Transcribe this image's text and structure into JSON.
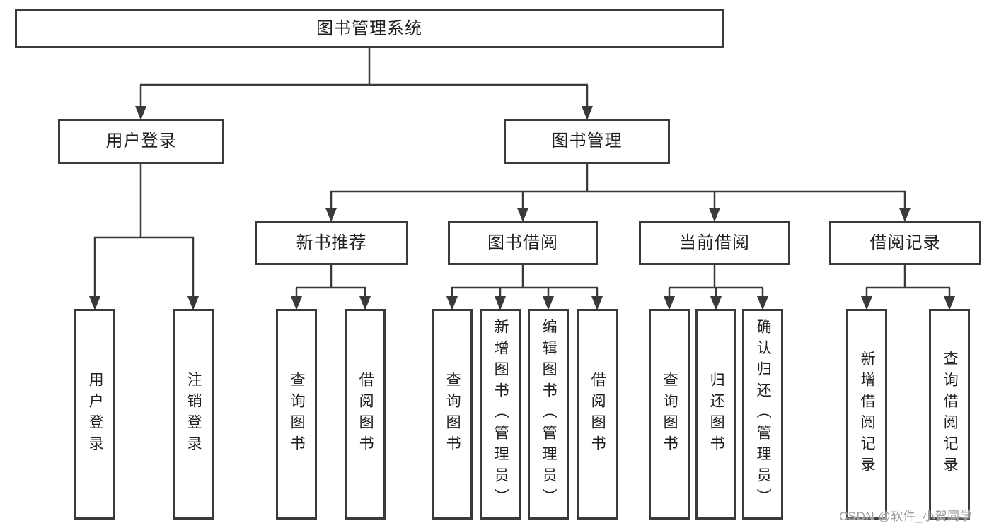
{
  "diagram": {
    "root": {
      "label": "图书管理系统"
    },
    "login_branch": {
      "label": "用户登录",
      "leaves": [
        {
          "label": "用户登录"
        },
        {
          "label": "注销登录"
        }
      ]
    },
    "mgmt_branch": {
      "label": "图书管理",
      "groups": [
        {
          "label": "新书推荐",
          "leaves": [
            {
              "label": "查询图书"
            },
            {
              "label": "借阅图书"
            }
          ]
        },
        {
          "label": "图书借阅",
          "leaves": [
            {
              "label": "查询图书"
            },
            {
              "label": "新增图书（管理员）"
            },
            {
              "label": "编辑图书（管理员）"
            },
            {
              "label": "借阅图书"
            }
          ]
        },
        {
          "label": "当前借阅",
          "leaves": [
            {
              "label": "查询图书"
            },
            {
              "label": "归还图书"
            },
            {
              "label": "确认归还（管理员）"
            }
          ]
        },
        {
          "label": "借阅记录",
          "leaves": [
            {
              "label": "新增借阅记录"
            },
            {
              "label": "查询借阅记录"
            }
          ]
        }
      ]
    }
  },
  "watermark": {
    "text": "CSDN @软件_小贺同学"
  },
  "colors": {
    "line": "#3a3a3a",
    "node_text": "#1f1f1f",
    "watermark": "#9e9e9e",
    "background": "#ffffff"
  }
}
